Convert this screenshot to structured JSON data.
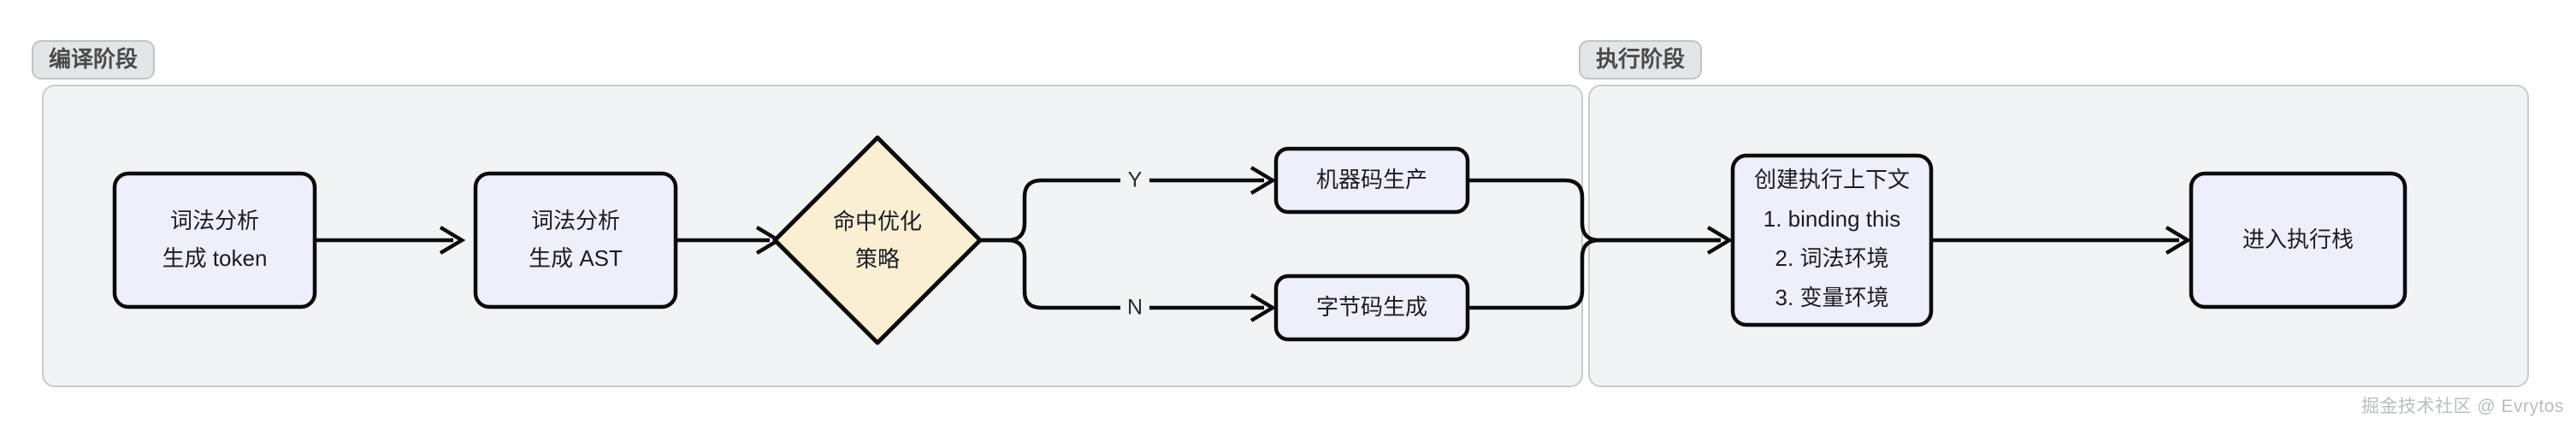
{
  "diagram": {
    "type": "flowchart",
    "direction": "left-to-right",
    "clusters": [
      {
        "id": "compile",
        "label": "编译阶段"
      },
      {
        "id": "execute",
        "label": "执行阶段"
      }
    ],
    "nodes": [
      {
        "id": "n1",
        "shape": "rounded-rect",
        "cluster": "compile",
        "lines": [
          "词法分析",
          "生成 token"
        ]
      },
      {
        "id": "n2",
        "shape": "rounded-rect",
        "cluster": "compile",
        "lines": [
          "词法分析",
          "生成 AST"
        ]
      },
      {
        "id": "n3",
        "shape": "diamond",
        "cluster": "compile",
        "lines": [
          "命中优化",
          "策略"
        ]
      },
      {
        "id": "n4",
        "shape": "rounded-rect",
        "cluster": "compile",
        "lines": [
          "机器码生产"
        ]
      },
      {
        "id": "n5",
        "shape": "rounded-rect",
        "cluster": "compile",
        "lines": [
          "字节码生成"
        ]
      },
      {
        "id": "n6",
        "shape": "rounded-rect",
        "cluster": "execute",
        "lines": [
          "创建执行上下文",
          "1. binding this",
          "2. 词法环境",
          "3. 变量环境"
        ]
      },
      {
        "id": "n7",
        "shape": "rounded-rect",
        "cluster": "execute",
        "lines": [
          "进入执行栈"
        ]
      }
    ],
    "edges": [
      {
        "from": "n1",
        "to": "n2",
        "label": ""
      },
      {
        "from": "n2",
        "to": "n3",
        "label": ""
      },
      {
        "from": "n3",
        "to": "n4",
        "label": "Y"
      },
      {
        "from": "n3",
        "to": "n5",
        "label": "N"
      },
      {
        "from": "n4",
        "to": "n6",
        "label": ""
      },
      {
        "from": "n5",
        "to": "n6",
        "label": ""
      },
      {
        "from": "n6",
        "to": "n7",
        "label": ""
      }
    ],
    "node_text": {
      "n1_l1": "词法分析",
      "n1_l2": "生成 token",
      "n2_l1": "词法分析",
      "n2_l2": "生成 AST",
      "n3_l1": "命中优化",
      "n3_l2": "策略",
      "n4_l1": "机器码生产",
      "n5_l1": "字节码生成",
      "n6_l1": "创建执行上下文",
      "n6_l2": "1. binding this",
      "n6_l3": "2. 词法环境",
      "n6_l4": "3. 变量环境",
      "n7_l1": "进入执行栈"
    },
    "edge_labels": {
      "yes": "Y",
      "no": "N"
    },
    "colors": {
      "node_fill": "#EDF0FA",
      "node_stroke": "#0B0B0B",
      "decision_fill": "#FAEFD3",
      "cluster_fill": "#F1F3F4",
      "cluster_stroke": "#C8CCCE",
      "cluster_label_fill": "#E3E5E7",
      "text": "#1B1B23"
    }
  },
  "watermark": {
    "text": "掘金技术社区 @ Evrytos"
  }
}
